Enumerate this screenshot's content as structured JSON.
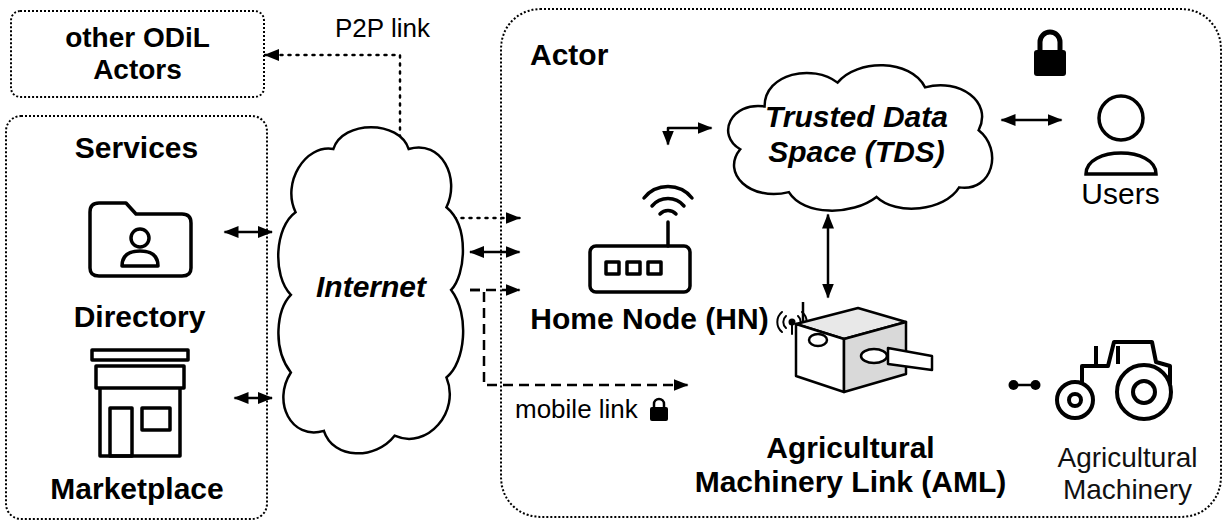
{
  "diagram": {
    "nodes": [
      {
        "text": [
          "other ODiL Actors"
        ]
      },
      {
        "text": [
          "Services"
        ]
      },
      {
        "text": [
          "Directory"
        ],
        "in": 1
      },
      {
        "text": [
          "Marketplace"
        ],
        "in": 1
      },
      {
        "text": [
          "Internet"
        ]
      },
      {
        "text": [
          "Actor"
        ]
      },
      {
        "text": [
          "Trusted Data Space (TDS)"
        ],
        "in": 5
      },
      {
        "text": [
          "Users"
        ],
        "in": 5
      },
      {
        "text": [
          "Home Node (HN)"
        ],
        "in": 5
      },
      {
        "text": [
          "Agricultural Machinery Link (AML)"
        ],
        "in": 5
      },
      {
        "text": [
          "Agricultural Machinery"
        ],
        "in": 5
      }
    ],
    "edges": [
      {
        "from": 8,
        "to": 0,
        "arrow": "both",
        "label": "P2P link"
      },
      {
        "from": 2,
        "to": 4,
        "arrow": "both"
      },
      {
        "from": 3,
        "to": 4,
        "arrow": "both"
      },
      {
        "from": 4,
        "to": 8,
        "arrow": "both"
      },
      {
        "from": 4,
        "to": 8,
        "arrow": "to"
      },
      {
        "from": 4,
        "to": 9,
        "arrow": "to",
        "label": "mobile link"
      },
      {
        "from": 8,
        "to": 6,
        "arrow": "both"
      },
      {
        "from": 6,
        "to": 7,
        "arrow": "both"
      },
      {
        "from": 6,
        "to": 9,
        "arrow": "both"
      },
      {
        "from": 9,
        "to": 10,
        "arrow": "none"
      }
    ]
  }
}
